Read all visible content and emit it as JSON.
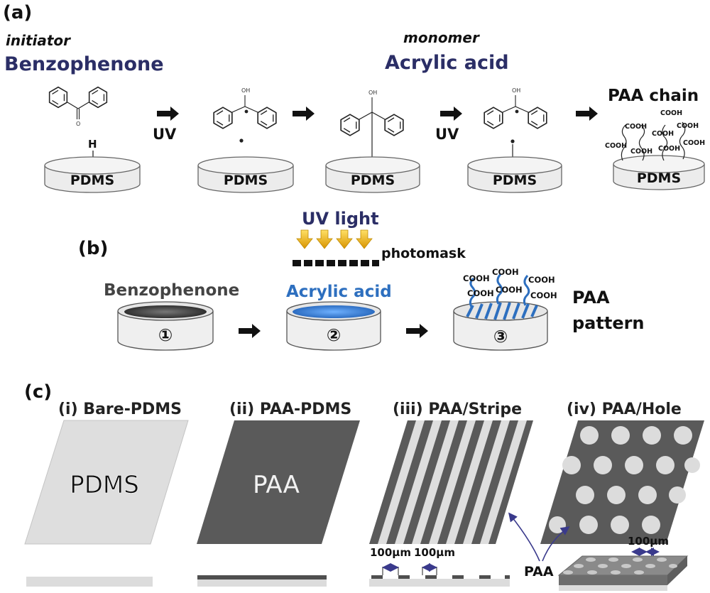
{
  "panel_a": {
    "label": "(a)",
    "initiator_label": "initiator",
    "initiator_name": "Benzophenone",
    "monomer_label": "monomer",
    "monomer_name": "Acrylic acid",
    "substrate": "PDMS",
    "h_atom": "H",
    "oh_label": "OH",
    "uv_label": "UV",
    "product_label": "PAA chain",
    "cooh": "COOH"
  },
  "panel_b": {
    "label": "(b)",
    "uv_light": "UV light",
    "photomask": "photomask",
    "benzophenone": "Benzophenone",
    "acrylic_acid": "Acrylic acid",
    "steps": [
      "①",
      "②",
      "③"
    ],
    "result_line1": "PAA",
    "result_line2": "pattern",
    "cooh": "COOH"
  },
  "panel_c": {
    "label": "(c)",
    "titles": [
      "(i)  Bare-PDMS",
      "(ii) PAA-PDMS",
      "(iii) PAA/Stripe",
      "(iv) PAA/Hole"
    ],
    "surface_labels": [
      "PDMS",
      "PAA"
    ],
    "scale_bar": "100μm",
    "paa_label": "PAA"
  },
  "colors": {
    "navy_text": "#2b2e66",
    "acrylic_blue": "#2d6fbf",
    "uv_arrow": "#e8a800",
    "pdms_gray": "#dcdcdc",
    "paa_dark": "#5a5a5a"
  }
}
